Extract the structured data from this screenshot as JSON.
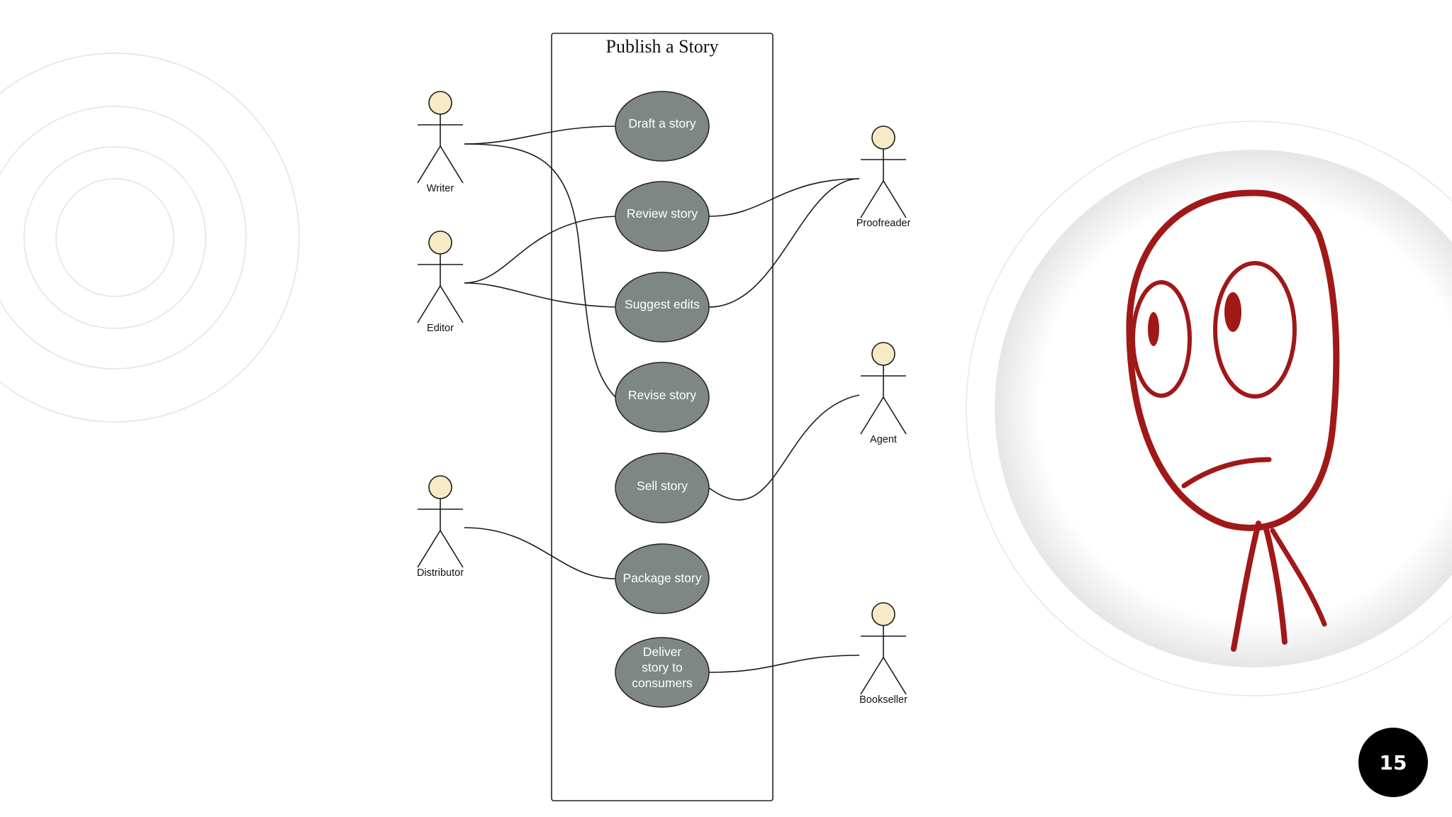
{
  "diagram": {
    "title": "Publish a Story",
    "use_cases": [
      {
        "id": "draft",
        "lines": [
          "Draft a story"
        ]
      },
      {
        "id": "review",
        "lines": [
          "Review story"
        ]
      },
      {
        "id": "suggest",
        "lines": [
          "Suggest edits"
        ]
      },
      {
        "id": "revise",
        "lines": [
          "Revise story"
        ]
      },
      {
        "id": "sell",
        "lines": [
          "Sell story"
        ]
      },
      {
        "id": "package",
        "lines": [
          "Package story"
        ]
      },
      {
        "id": "deliver",
        "lines": [
          "Deliver",
          "story to",
          "consumers"
        ]
      }
    ],
    "actors": [
      {
        "id": "writer",
        "label": "Writer"
      },
      {
        "id": "editor",
        "label": "Editor"
      },
      {
        "id": "distributor",
        "label": "Distributor"
      },
      {
        "id": "proofreader",
        "label": "Proofreader"
      },
      {
        "id": "agent",
        "label": "Agent"
      },
      {
        "id": "bookseller",
        "label": "Bookseller"
      }
    ],
    "associations": [
      {
        "actor": "writer",
        "use_case": "draft"
      },
      {
        "actor": "writer",
        "use_case": "revise"
      },
      {
        "actor": "editor",
        "use_case": "review"
      },
      {
        "actor": "editor",
        "use_case": "suggest"
      },
      {
        "actor": "proofreader",
        "use_case": "review"
      },
      {
        "actor": "proofreader",
        "use_case": "suggest"
      },
      {
        "actor": "agent",
        "use_case": "sell"
      },
      {
        "actor": "distributor",
        "use_case": "package"
      },
      {
        "actor": "bookseller",
        "use_case": "deliver"
      }
    ]
  },
  "colors": {
    "use_case_fill": "#7f8784",
    "actor_head": "#f7ebc6",
    "face_stroke": "#a01818"
  },
  "illustration": {
    "icon": "worried-stick-figure-face-icon"
  },
  "page_number": "15"
}
